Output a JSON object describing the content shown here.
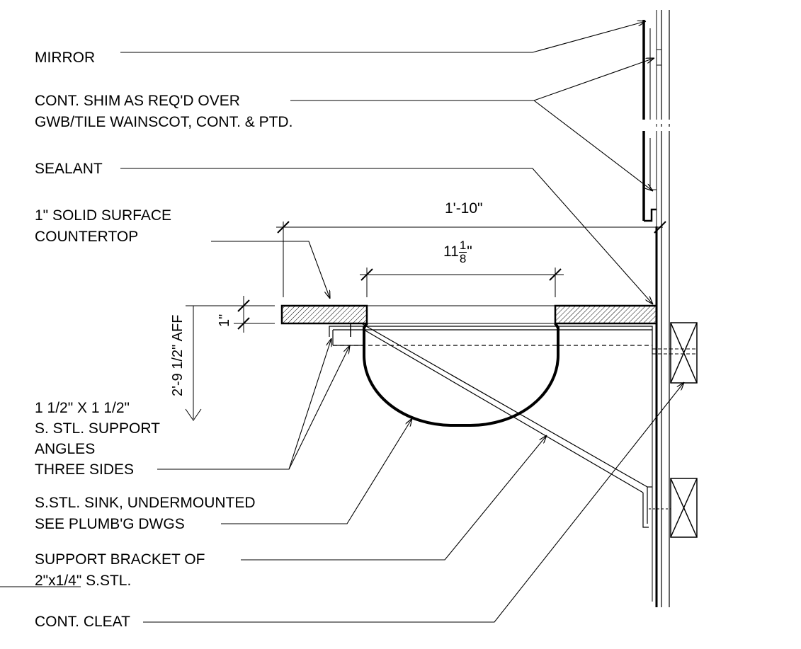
{
  "labels": {
    "mirror": "MIRROR",
    "shim_1": "CONT. SHIM AS REQ'D OVER",
    "shim_2": "GWB/TILE WAINSCOT, CONT. & PTD.",
    "sealant": "SEALANT",
    "countertop_1": "1\" SOLID SURFACE",
    "countertop_2": "COUNTERTOP",
    "angles_1": "1 1/2\" X 1 1/2\"",
    "angles_2": "S. STL. SUPPORT",
    "angles_3": "ANGLES",
    "angles_4": "THREE SIDES",
    "sink_1": "S.STL. SINK, UNDERMOUNTED",
    "sink_2": "SEE PLUMB'G DWGS",
    "bracket_1": "SUPPORT BRACKET OF",
    "bracket_2": "2\"x1/4\" S.STL.",
    "cleat": "CONT. CLEAT"
  },
  "dimensions": {
    "overall": "1'-10\"",
    "sink_opening_whole": "11",
    "sink_opening_num": "1",
    "sink_opening_den": "8",
    "sink_opening_unit": "\"",
    "thickness": "1\"",
    "height": "2'-9 1/2\" AFF"
  }
}
